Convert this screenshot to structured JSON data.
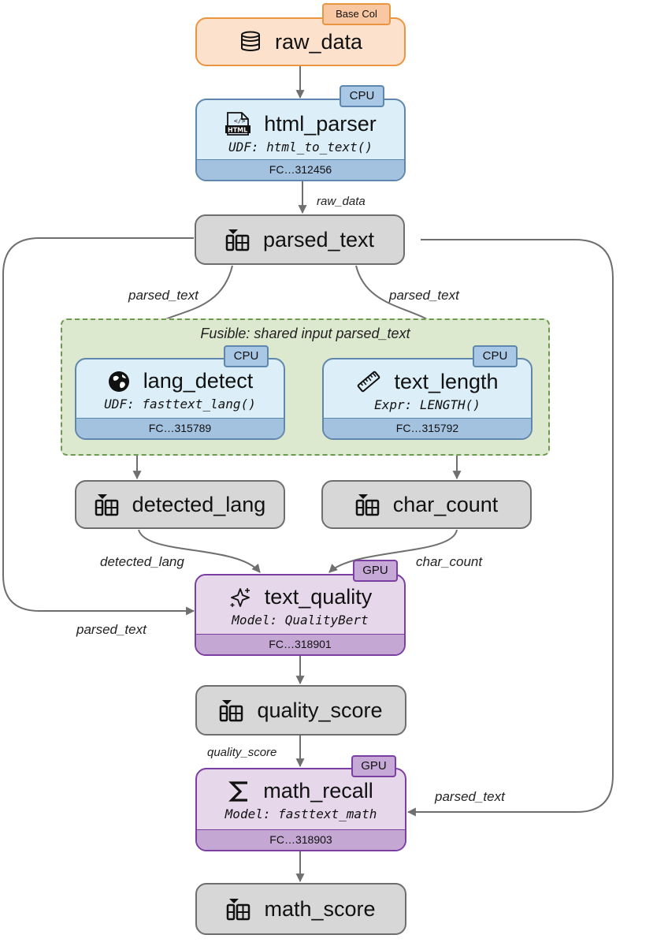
{
  "group": {
    "label": "Fusible: shared input parsed_text"
  },
  "nodes": {
    "raw_data": {
      "title": "raw_data",
      "badge": "Base Col",
      "icon": "database-icon"
    },
    "html_parser": {
      "title": "html_parser",
      "sub": "UDF: html_to_text()",
      "footer": "FC…312456",
      "badge": "CPU",
      "icon": "html-file-icon"
    },
    "parsed_text": {
      "title": "parsed_text",
      "icon": "column-icon"
    },
    "lang_detect": {
      "title": "lang_detect",
      "sub": "UDF: fasttext_lang()",
      "footer": "FC…315789",
      "badge": "CPU",
      "icon": "globe-icon"
    },
    "text_length": {
      "title": "text_length",
      "sub": "Expr: LENGTH()",
      "footer": "FC…315792",
      "badge": "CPU",
      "icon": "ruler-icon"
    },
    "detected_lang": {
      "title": "detected_lang",
      "icon": "column-icon"
    },
    "char_count": {
      "title": "char_count",
      "icon": "column-icon"
    },
    "text_quality": {
      "title": "text_quality",
      "sub": "Model: QualityBert",
      "footer": "FC…318901",
      "badge": "GPU",
      "icon": "sparkle-icon"
    },
    "quality_score": {
      "title": "quality_score",
      "icon": "column-icon"
    },
    "math_recall": {
      "title": "math_recall",
      "sub": "Model: fasttext_math",
      "footer": "FC…318903",
      "badge": "GPU",
      "icon": "sigma-icon"
    },
    "math_score": {
      "title": "math_score",
      "icon": "column-icon"
    }
  },
  "edge_labels": {
    "raw_to_parsed": "raw_data",
    "parsed_to_lang": "parsed_text",
    "parsed_to_length": "parsed_text",
    "detected_to_quality": "detected_lang",
    "char_to_quality": "char_count",
    "parsed_to_quality": "parsed_text",
    "quality_to_math": "quality_score",
    "parsed_to_math": "parsed_text"
  },
  "colors": {
    "cpu_fill": "#dceef8",
    "cpu_border": "#5f86ac",
    "gpu_fill": "#e6d8ea",
    "gpu_border": "#7b3fa3",
    "column_fill": "#d7d7d7",
    "base_fill": "#fce2cd",
    "base_border": "#ec9540",
    "fusible_fill": "#dde9cf",
    "edge": "#6f6f6f"
  }
}
